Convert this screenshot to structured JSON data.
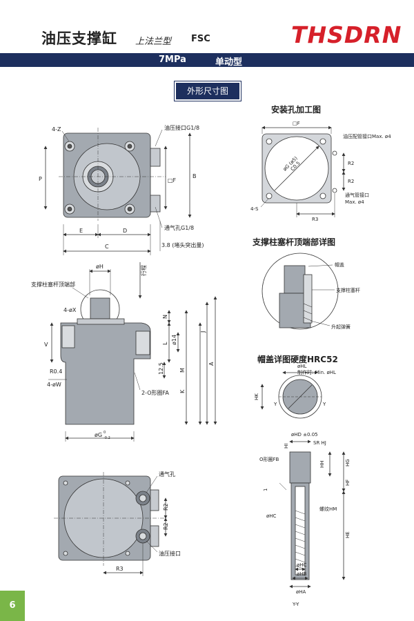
{
  "header": {
    "title": "油压支撑缸",
    "subtitle": "上法兰型",
    "model": "FSC",
    "logo_text": "THSDRN",
    "pressure": "7MPa",
    "action_type": "单动型"
  },
  "section_label": "外形尺寸图",
  "headings": {
    "mount": "安装孔加工图",
    "rod_tip": "支撑柱塞杆顶端部详图",
    "cap": "帽盖详图硬度HRC52"
  },
  "labels": {
    "z4": "4-Z",
    "p": "P",
    "e": "E",
    "d": "D",
    "c": "C",
    "b": "B",
    "sq_f": "□F",
    "oil_port": "油压接口G1/8",
    "vent": "通气孔G1/8",
    "plug": "3.8 (堵头突出量)",
    "mt_sq_f": "□F",
    "mt_g": "øG (ø5)",
    "mt_c05": "C0.5",
    "mt_oil_port": "油压配管接口Max. ø4",
    "mt_vent": "通气管接口",
    "mt_vent_max": "Max. ø4",
    "mt_r2a": "R2",
    "mt_r2b": "R2",
    "mt_4s": "4-S",
    "mt_r3": "R3",
    "rod_cap": "帽盖",
    "rod_piston": "支撑柱塞杆",
    "rod_spring": "升起弹簧",
    "fh": "øH",
    "stroke": "行程",
    "rod_tip_label": "支撑柱塞杆顶端部",
    "x4": "4-øX",
    "v": "V",
    "r04": "R0.4",
    "w4": "4-øW",
    "n": "N",
    "l": "L",
    "d14": "ø14",
    "m": "M",
    "k": "K",
    "j": "J",
    "a": "A",
    "d125": "12.5",
    "oring_fa": "2-O形圈FA",
    "g_tol": "øG",
    "g_sub": "-0.2",
    "g_sup": "0",
    "cap_hl": "øHL",
    "cap_note": "制作时: Min. øHL",
    "cap_hk": "HK",
    "cap_y1": "Y",
    "cap_y2": "Y",
    "hd": "øHD ±0.05",
    "sr": "SR HJ",
    "oring_fb": "O形圈FB",
    "hi": "HI",
    "hh": "HH",
    "hg": "HG",
    "hf": "HF",
    "one": "1",
    "hc": "øHC",
    "thread": "螺纹HM",
    "he": "HE",
    "hc2": "øHC",
    "hb": "øHB",
    "ha": "øHA",
    "yy": "Y-Y",
    "bt_vent": "通气孔",
    "bt_r2a": "R2",
    "bt_r2b": "R2",
    "bt_oil": "油压接口",
    "bt_r3": "R3"
  },
  "page_number": "6",
  "colors": {
    "brand_red": "#d6202a",
    "band_navy": "#1d2f5e",
    "metal": "#a3a9b0",
    "tab_green": "#7ab648"
  }
}
